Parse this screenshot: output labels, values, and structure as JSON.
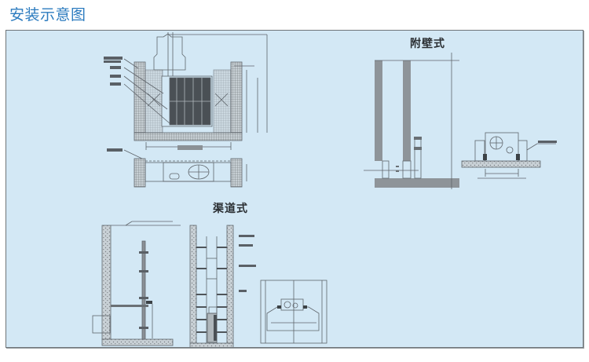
{
  "page": {
    "title": "安装示意图"
  },
  "diagram": {
    "sections": [
      {
        "id": "plan-view",
        "title": ""
      },
      {
        "id": "wall-mounted",
        "title": "附壁式"
      },
      {
        "id": "channel",
        "title": "渠道式"
      }
    ],
    "colors": {
      "title_blue": "#2b7bbf",
      "panel_background": "#d3e8f5",
      "frame_border": "#6e7478",
      "line": "#5f656b",
      "hatch": "#7c8287"
    }
  }
}
